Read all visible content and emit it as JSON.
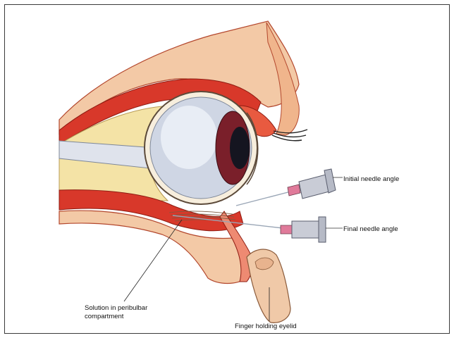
{
  "labels": {
    "initial_needle_angle": "Initial needle angle",
    "final_needle_angle": "Final needle angle",
    "solution": "Solution in peribulbar compartment",
    "finger": "Finger holding eyelid"
  },
  "colors": {
    "muscle": "#d8382a",
    "muscle_light": "#ee8a72",
    "bone": "#f3c9a6",
    "fat": "#f4e3a6",
    "sclera": "#cfd6e4",
    "iris": "#7a1f2a",
    "skin": "#f0c9a8",
    "needle": "#9aa6b6",
    "syringe": "#c9ccd6"
  }
}
